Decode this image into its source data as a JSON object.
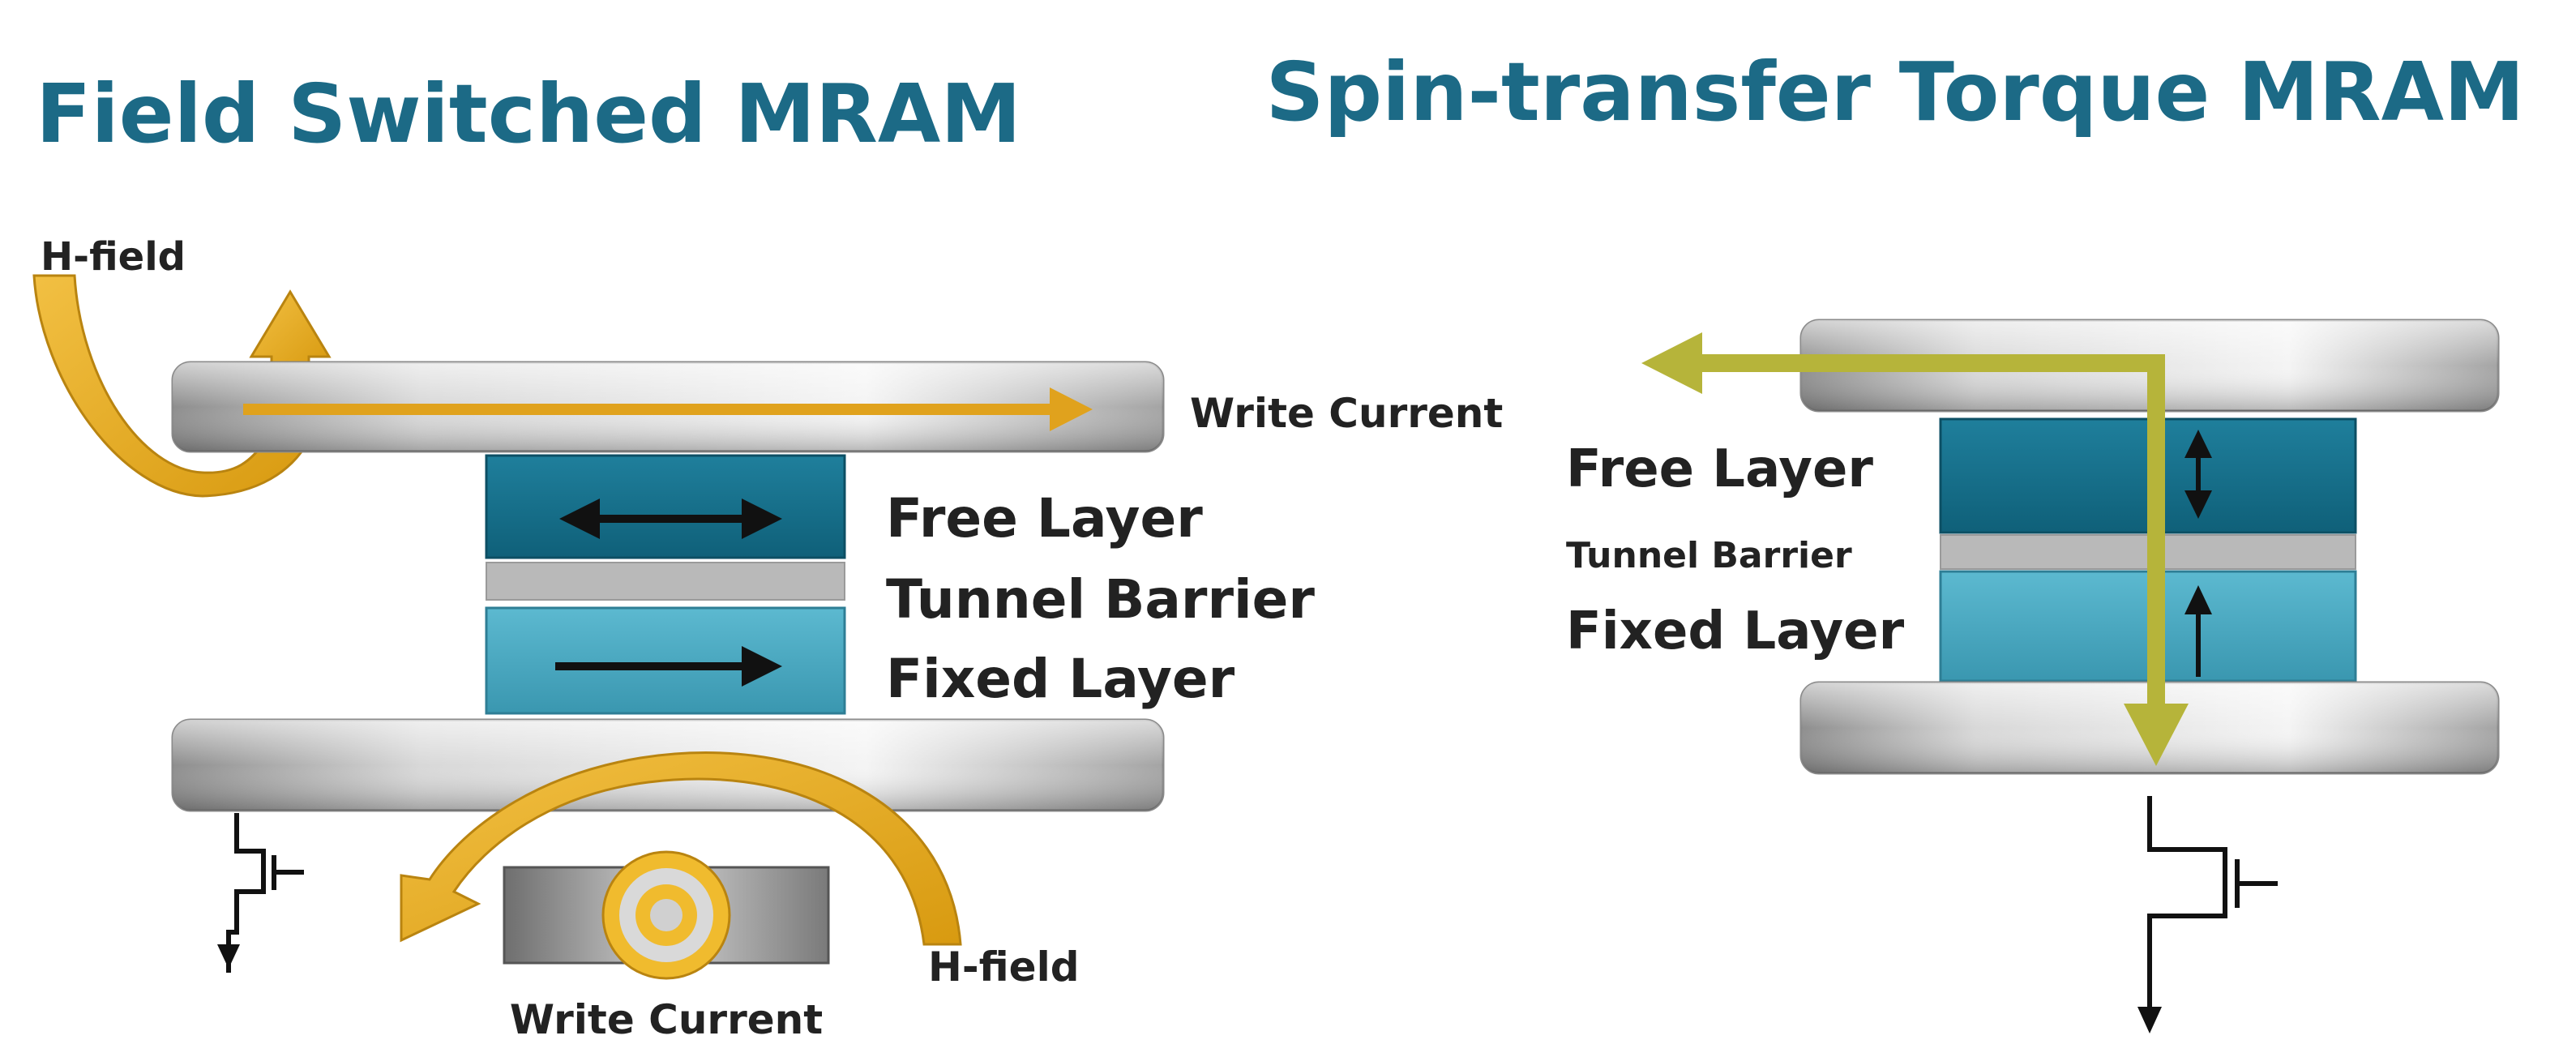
{
  "left_panel": {
    "title": "Field Switched MRAM",
    "labels": {
      "h_field_top": "H-field",
      "write_current_top": "Write Current",
      "free_layer": "Free Layer",
      "tunnel_barrier": "Tunnel Barrier",
      "fixed_layer": "Fixed Layer",
      "h_field_bottom": "H-field",
      "write_current_bottom": "Write Current"
    }
  },
  "right_panel": {
    "title": "Spin-transfer Torque MRAM",
    "labels": {
      "free_layer": "Free Layer",
      "tunnel_barrier": "Tunnel Barrier",
      "fixed_layer": "Fixed Layer"
    }
  },
  "colors": {
    "title": "#1c6a86",
    "free_layer": "#17708c",
    "fixed_layer": "#4aa9c2",
    "barrier": "#b9b9b9",
    "arrow_gold": "#e9ad1f",
    "arrow_olive": "#b6b43a",
    "text": "#222222"
  }
}
